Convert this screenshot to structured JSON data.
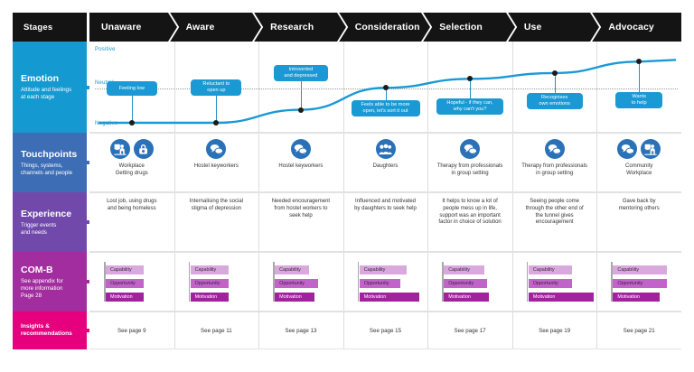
{
  "header": {
    "stages_label": "Stages",
    "stages": [
      "Unaware",
      "Aware",
      "Research",
      "Consideration",
      "Selection",
      "Use",
      "Advocacy"
    ]
  },
  "colors": {
    "header_bg": "#141414",
    "emotion": "#149ad0",
    "touchpoints": "#3d6db5",
    "experience": "#7049ab",
    "comb": "#a22d9e",
    "insights": "#e6007e",
    "line": "#1a99d5",
    "bubble": "#1a99d5",
    "icon": "#2a71b8",
    "capability": "#d9a8dd",
    "opportunity": "#c163c9",
    "motivation": "#a0229c"
  },
  "rows": {
    "emotion": {
      "title": "Emotion",
      "subtitle": "Attitude and feelings\nat each stage",
      "axis": {
        "positive": "Positive",
        "neutral": "Neutral",
        "negative": "Negative"
      },
      "bubbles": [
        "Feeling low",
        "Reluctant to\nopen up",
        "Introverted\nand depressed",
        "Feels able to be more\nopen, let's sort it out",
        "Hopeful - if they can,\nwhy can't you?",
        "Recognises\nown emotions",
        "Wants\nto help"
      ]
    },
    "touchpoints": {
      "title": "Touchpoints",
      "subtitle": "Things, systems,\nchannels and people",
      "cells": [
        {
          "icons": [
            "workplace-icon",
            "drugs-icon"
          ],
          "caption": "Workplace\nGetting drugs"
        },
        {
          "icons": [
            "conversation-icon"
          ],
          "caption": "Hostel keyworkers"
        },
        {
          "icons": [
            "conversation-icon"
          ],
          "caption": "Hostel keyworkers"
        },
        {
          "icons": [
            "family-icon"
          ],
          "caption": "Daughters"
        },
        {
          "icons": [
            "conversation-icon"
          ],
          "caption": "Therapy from professionals\nin group setting"
        },
        {
          "icons": [
            "conversation-icon"
          ],
          "caption": "Therapy from professionals\nin group setting"
        },
        {
          "icons": [
            "conversation-icon",
            "workplace-icon"
          ],
          "caption": "Community\nWorkplace"
        }
      ]
    },
    "experience": {
      "title": "Experience",
      "subtitle": "Trigger events\nand needs",
      "cells": [
        "Lost job, using drugs\nand being homeless",
        "Internalising the social\nstigma of depression",
        "Needed encouragement\nfrom hostel workers to\nseek help",
        "Influenced and motivated\nby daughters to seek help",
        "It helps to know a lot of\npeople mess up in life,\nsupport was an important\nfactor in choice of solution",
        "Seeing people come\nthrough the other end of\nthe tunnel gives\nencouragement",
        "Gave back by\nmentoring others"
      ]
    },
    "comb": {
      "title": "COM-B",
      "subtitle": "See appendix for\nmore information\nPage 28",
      "bar_labels": [
        "Capability",
        "Opportunity",
        "Motivation"
      ],
      "cells": [
        {
          "capability": 42,
          "opportunity": 42,
          "motivation": 42
        },
        {
          "capability": 42,
          "opportunity": 42,
          "motivation": 42
        },
        {
          "capability": 38,
          "opportunity": 48,
          "motivation": 44
        },
        {
          "capability": 52,
          "opportunity": 45,
          "motivation": 66
        },
        {
          "capability": 45,
          "opportunity": 48,
          "motivation": 50
        },
        {
          "capability": 48,
          "opportunity": 48,
          "motivation": 72
        },
        {
          "capability": 60,
          "opportunity": 60,
          "motivation": 52
        }
      ]
    },
    "insights": {
      "title": "Insights &\nrecommendations",
      "cells": [
        "See page 9",
        "See page 11",
        "See page 13",
        "See page 15",
        "See page 17",
        "See page 19",
        "See page 21"
      ]
    }
  },
  "chart_data": {
    "type": "line",
    "title": "Emotion across journey stages",
    "categories": [
      "Unaware",
      "Aware",
      "Research",
      "Consideration",
      "Selection",
      "Use",
      "Advocacy"
    ],
    "values": [
      -1,
      -1,
      -0.62,
      0.02,
      0.28,
      0.45,
      0.78
    ],
    "ylabel": "Emotion",
    "ytick_labels": [
      "Positive",
      "Neutral",
      "Negative"
    ],
    "ylim": [
      -1,
      1
    ],
    "grid": false,
    "annotations": [
      "Feeling low",
      "Reluctant to open up",
      "Introverted and depressed",
      "Feels able to be more open, let's sort it out",
      "Hopeful - if they can, why can't you?",
      "Recognises own emotions",
      "Wants to help"
    ]
  }
}
